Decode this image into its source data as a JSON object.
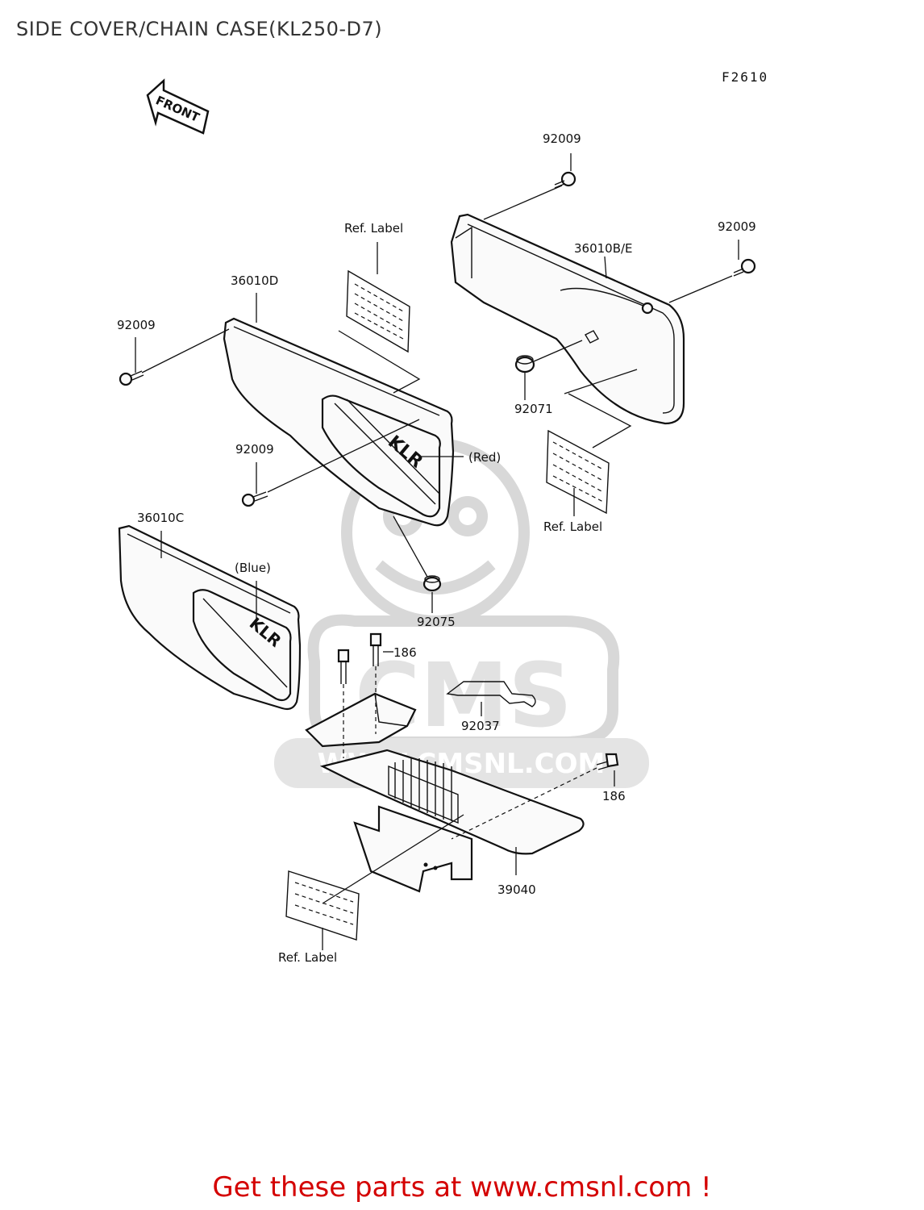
{
  "header": {
    "title": "SIDE COVER/CHAIN CASE(KL250-D7)",
    "figure_code": "F2610"
  },
  "front_arrow": {
    "text": "FRONT"
  },
  "watermark": {
    "logo_text": "CMS",
    "url_text": "WWW.CMSNL.COM"
  },
  "decals": {
    "klr": "KLR"
  },
  "callouts": {
    "screw_top": "92009",
    "screw_right": "92009",
    "cover_right": "36010B/E",
    "ref_label_top": "Ref. Label",
    "cover_middle": "36010D",
    "screw_left": "92009",
    "screw_middle": "92009",
    "red_note": "(Red)",
    "grommet_right": "92071",
    "ref_label_right": "Ref. Label",
    "cover_left": "36010C",
    "blue_note": "(Blue)",
    "grommet_middle": "92075",
    "bolt_top": "186",
    "clip": "92037",
    "bolt_right": "186",
    "chain_case": "39040",
    "ref_label_bottom": "Ref. Label"
  },
  "footer": {
    "text": "Get these parts at www.cmsnl.com !"
  }
}
